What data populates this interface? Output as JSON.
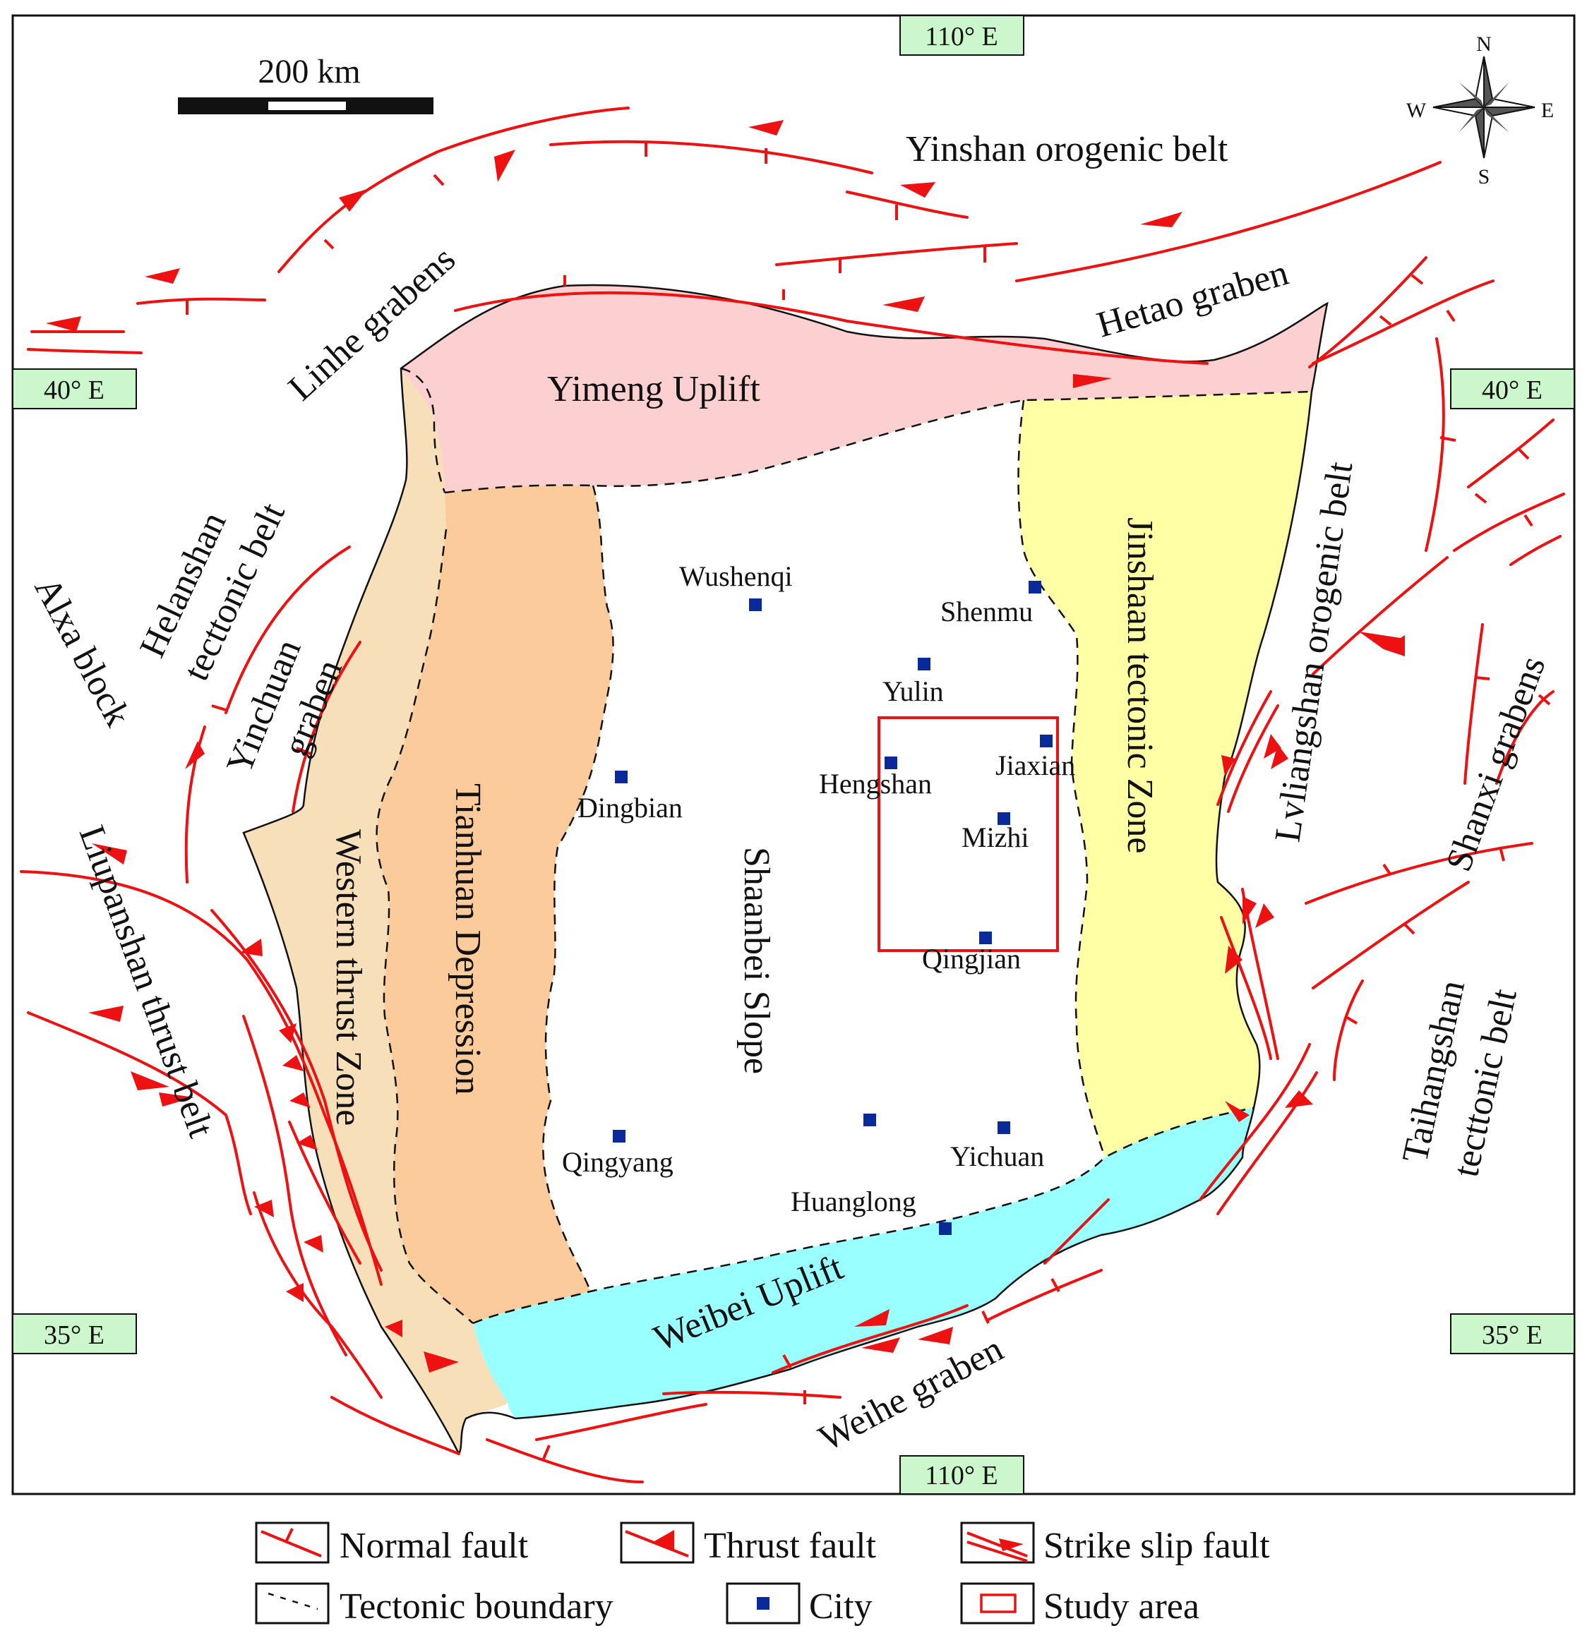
{
  "colors": {
    "yimeng": "#fcd0d0",
    "jinshaan": "#ffffa6",
    "tianhuan": "#fbcb9b",
    "western": "#f6dfb9",
    "weibei": "#99ffff",
    "fault": "#ee1111",
    "city": "#0a2a9a",
    "coord_box": "#ccf7cc"
  },
  "scale_bar": {
    "label": "200 km"
  },
  "compass": {
    "n": "N",
    "s": "S",
    "e": "E",
    "w": "W"
  },
  "coords": {
    "top": "110° E",
    "bottom": "110° E",
    "left_40": "40° E",
    "right_40": "40° E",
    "left_35": "35° E",
    "right_35": "35° E"
  },
  "regions": {
    "yinshan": "Yinshan orogenic belt",
    "hetao": "Hetao graben",
    "linhe": "Linhe grabens",
    "yimeng": "Yimeng Uplift",
    "helanshan_1": "Helanshan",
    "helanshan_2": "tecttonic belt",
    "alxa": "Alxa block",
    "yinchuan_1": "Yinchuan",
    "yinchuan_2": "graben",
    "jinshaan": "Jinshaan tectonic Zone",
    "lvliangshan": "Lvliangshan orogenic belt",
    "shanxi": "Shanxi grabens",
    "tianhuan": "Tianhuan Depression",
    "western": "Western thrust Zone",
    "liupanshan": "Liupanshan thrust belt",
    "shaanbei": "Shaanbei Slope",
    "weibei": "Weibei Uplift",
    "weihe": "Weihe graben",
    "taihangshan_1": "Taihangshan",
    "taihangshan_2": "tecttonic belt"
  },
  "cities": [
    {
      "name": "Wushenqi"
    },
    {
      "name": "Shenmu"
    },
    {
      "name": "Yulin"
    },
    {
      "name": "Jiaxian"
    },
    {
      "name": "Hengshan"
    },
    {
      "name": "Mizhi"
    },
    {
      "name": "Dingbian"
    },
    {
      "name": "Qingjian"
    },
    {
      "name": "Qingyang"
    },
    {
      "name": "Yichuan"
    },
    {
      "name": "Huanglong"
    }
  ],
  "legend": {
    "normal": "Normal fault",
    "thrust": "Thrust fault",
    "strike": "Strike slip fault",
    "tectonic": "Tectonic boundary",
    "city": "City",
    "study": "Study area"
  }
}
